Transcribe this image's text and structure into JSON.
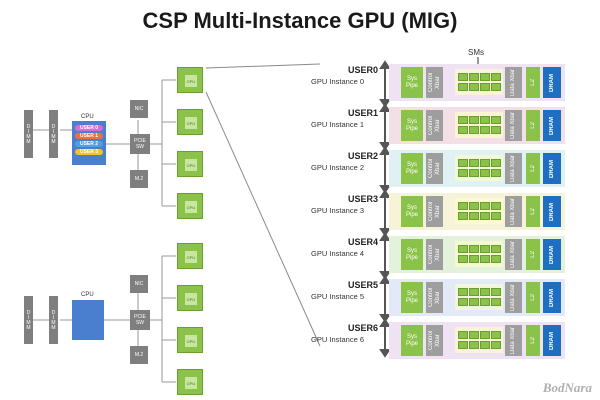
{
  "title": "CSP Multi-Instance GPU (MIG)",
  "top_system": {
    "dimm_label": "DIMM",
    "cpu_label": "CPU",
    "cpu_users": [
      "USER 0",
      "USER 1",
      "USER 2",
      "USER 3"
    ],
    "nic_label": "NIC",
    "pcie_label": "PCIE SW",
    "m2_label": "M.2"
  },
  "bottom_system": {
    "dimm_label": "DIMM",
    "cpu_label": "CPU",
    "nic_label": "NIC",
    "pcie_label": "PCIE SW",
    "m2_label": "M.2"
  },
  "gpu_chip_label": "GPU",
  "sms_label": "SMs",
  "instances": [
    {
      "user": "USER0",
      "instance": "GPU Instance 0"
    },
    {
      "user": "USER1",
      "instance": "GPU Instance 1"
    },
    {
      "user": "USER2",
      "instance": "GPU Instance 2"
    },
    {
      "user": "USER3",
      "instance": "GPU Instance 3"
    },
    {
      "user": "USER4",
      "instance": "GPU Instance 4"
    },
    {
      "user": "USER5",
      "instance": "GPU Instance 5"
    },
    {
      "user": "USER6",
      "instance": "GPU Instance 6"
    }
  ],
  "blocks": {
    "sys": "Sys Pipe",
    "ctrl": "Control Xbar",
    "data": "Data Xbar",
    "l2": "L2",
    "dram": "DRAM"
  },
  "row_colors": [
    "#efe3f3",
    "#f3e0e6",
    "#dff1f3",
    "#f7f3d8",
    "#e4f1dc",
    "#e3e9f7",
    "#efe3f3"
  ],
  "cpu_user_colors": [
    "#d86fd0",
    "#e8743b",
    "#4aa3df",
    "#f4c22b"
  ],
  "watermark": "BodNara"
}
